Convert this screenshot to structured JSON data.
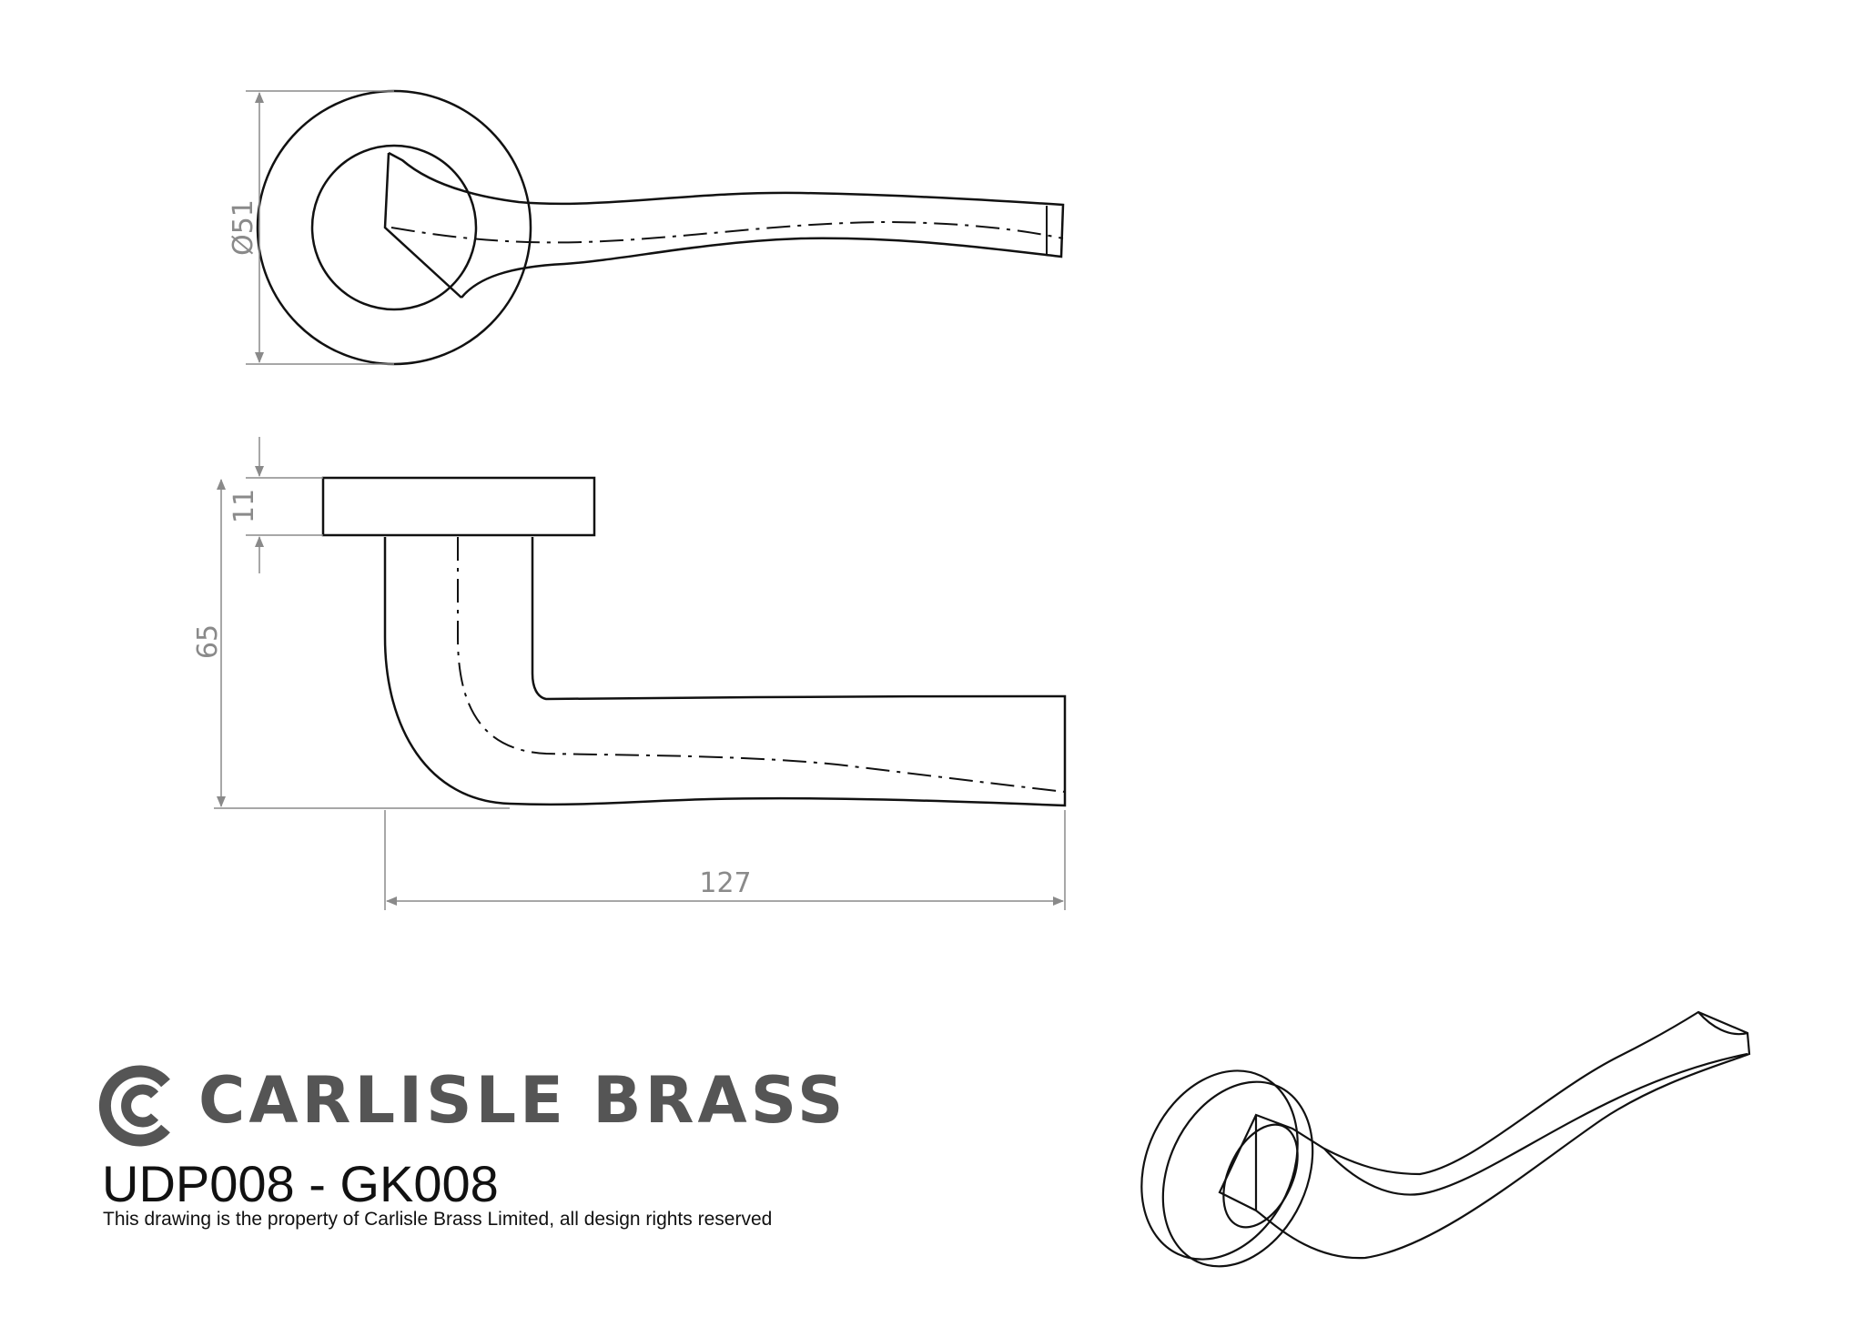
{
  "dimensions": {
    "rose_diameter": "Ø51",
    "rose_thickness": "11",
    "projection": "65",
    "length": "127"
  },
  "brand": {
    "name": "CARLISLE BRASS",
    "logo_icon": "carlisle-brass-cc-logo"
  },
  "product": {
    "code": "UDP008 - GK008"
  },
  "footer": {
    "notice": "This drawing is the property of Carlisle Brass Limited, all design rights reserved"
  },
  "colors": {
    "line": "#111111",
    "dimension": "#8a8a8a",
    "brand": "#555555"
  }
}
